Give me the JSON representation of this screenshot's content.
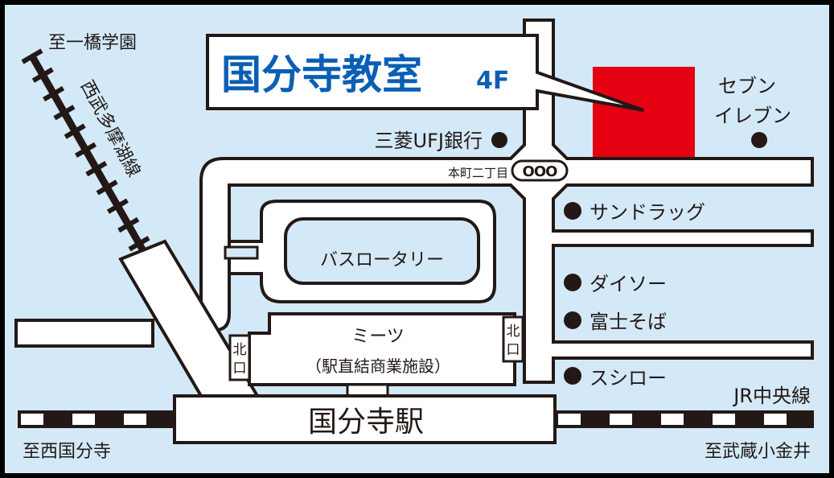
{
  "title": {
    "name": "国分寺教室",
    "floor": "4F"
  },
  "colors": {
    "background": "#d3e9f8",
    "accent_blue": "#0a5fb4",
    "destination_red": "#e50012",
    "ink": "#231815"
  },
  "directions": {
    "north_seibu": "至一橋学園",
    "west": "至西国分寺",
    "east": "至武蔵小金井"
  },
  "lines": {
    "seibu": "西武多摩湖線",
    "jr": "JR中央線"
  },
  "intersection": {
    "name": "本町二丁目",
    "signal_symbol": "OOO"
  },
  "landmarks": [
    {
      "label": "三菱UFJ銀行"
    },
    {
      "label": "セブン"
    },
    {
      "label": "イレブン"
    },
    {
      "label": "サンドラッグ"
    },
    {
      "label": "ダイソー"
    },
    {
      "label": "富士そば"
    },
    {
      "label": "スシロー"
    }
  ],
  "bus_rotary": "バスロータリー",
  "mall": {
    "name": "ミーツ",
    "note": "（駅直結商業施設）"
  },
  "exit_label": "北口",
  "exit_label_chars": [
    "北",
    "口"
  ],
  "station": "国分寺駅"
}
